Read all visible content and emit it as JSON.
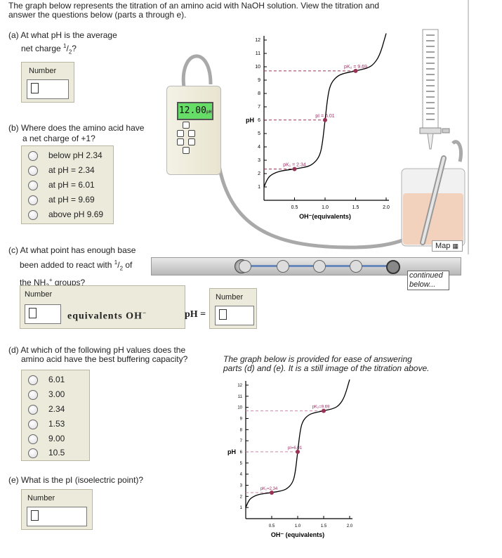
{
  "intro": {
    "line1": "The graph below represents the titration of an amino acid with NaOH solution. View the titration and",
    "line2": "answer the questions below (parts a through e)."
  },
  "qa": {
    "line1": "(a) At what pH is the average",
    "line2_pre": "net charge ",
    "frac_num": "1",
    "frac_den": "2",
    "line2_post": "?",
    "number_label": "Number"
  },
  "qb": {
    "line1": "(b) Where does the amino acid have",
    "line2": "a net charge of +1?",
    "options": [
      "below pH 2.34",
      "at pH = 2.34",
      "at pH = 6.01",
      "at pH = 9.69",
      "above pH 9.69"
    ]
  },
  "qc": {
    "line1": "(c) At what point has enough base",
    "line2_pre": "been added to react with ",
    "frac_num": "1",
    "frac_den": "2",
    "line2_post": " of",
    "line3_pre": "the NH",
    "line3_sub": "3",
    "line3_sup": "+",
    "line3_post": " groups?",
    "number_label": "Number",
    "unit": "equivalents OH",
    "unit_sup": "−",
    "ph_label": "pH =",
    "number_label2": "Number"
  },
  "qd": {
    "line1": "(d) At which of the following pH values does the",
    "line2": "amino acid have the best buffering capacity?",
    "options": [
      "6.01",
      "3.00",
      "2.34",
      "1.53",
      "9.00",
      "10.5"
    ]
  },
  "qe": {
    "line1": "(e) What is the pI (isoelectric point)?",
    "number_label": "Number"
  },
  "sim": {
    "lcd": "12.00",
    "lcd_unit": "pH",
    "map_label": "Map",
    "continued1": "continued",
    "continued2": "below...",
    "slider_steps": 6
  },
  "caption": {
    "line1": "The graph below is provided for ease of answering",
    "line2": "parts (d) and (e). It is a still image of the titration above."
  },
  "chart_data": [
    {
      "type": "line",
      "ylabel": "pH",
      "xlabel": "OH⁻(equivalents)",
      "ylim": [
        0,
        12
      ],
      "xlim": [
        0,
        2.0
      ],
      "yticks": [
        "1",
        "2",
        "3",
        "4",
        "5",
        "6",
        "7",
        "8",
        "9",
        "10",
        "11",
        "12"
      ],
      "xticks": [
        "0.5",
        "1.0",
        "1.5",
        "2.0"
      ],
      "annotations": [
        {
          "label": "pK₁ = 2.34",
          "x": 0.5,
          "y": 2.34
        },
        {
          "label": "pI = 6.01",
          "x": 1.0,
          "y": 6.01
        },
        {
          "label": "pK₂ = 9.69",
          "x": 1.5,
          "y": 9.69
        }
      ],
      "curve": [
        [
          0,
          1.0
        ],
        [
          0.05,
          1.55
        ],
        [
          0.1,
          1.85
        ],
        [
          0.2,
          2.1
        ],
        [
          0.3,
          2.22
        ],
        [
          0.5,
          2.34
        ],
        [
          0.7,
          2.5
        ],
        [
          0.8,
          2.7
        ],
        [
          0.9,
          3.2
        ],
        [
          0.95,
          4.0
        ],
        [
          1.0,
          6.01
        ],
        [
          1.05,
          8.0
        ],
        [
          1.1,
          8.8
        ],
        [
          1.2,
          9.3
        ],
        [
          1.3,
          9.5
        ],
        [
          1.5,
          9.69
        ],
        [
          1.7,
          9.9
        ],
        [
          1.8,
          10.2
        ],
        [
          1.9,
          10.9
        ],
        [
          2.0,
          12.5
        ]
      ]
    },
    {
      "type": "line",
      "ylabel": "pH",
      "xlabel": "OH⁻ (equivalents)",
      "ylim": [
        0,
        12
      ],
      "xlim": [
        0,
        2.0
      ],
      "yticks": [
        "1",
        "2",
        "3",
        "4",
        "5",
        "6",
        "7",
        "8",
        "9",
        "10",
        "11",
        "12"
      ],
      "xticks": [
        "0.5",
        "1.0",
        "1.5",
        "2.0"
      ],
      "annotations": [
        {
          "label": "pK₁=2.34",
          "x": 0.5,
          "y": 2.34
        },
        {
          "label": "pI=6.01",
          "x": 1.0,
          "y": 6.01
        },
        {
          "label": "pK₂=9.69",
          "x": 1.5,
          "y": 9.69
        }
      ],
      "curve": [
        [
          0,
          1.0
        ],
        [
          0.05,
          1.55
        ],
        [
          0.1,
          1.85
        ],
        [
          0.2,
          2.1
        ],
        [
          0.3,
          2.22
        ],
        [
          0.5,
          2.34
        ],
        [
          0.7,
          2.5
        ],
        [
          0.8,
          2.7
        ],
        [
          0.9,
          3.2
        ],
        [
          0.95,
          4.0
        ],
        [
          1.0,
          6.01
        ],
        [
          1.05,
          8.0
        ],
        [
          1.1,
          8.8
        ],
        [
          1.2,
          9.3
        ],
        [
          1.3,
          9.5
        ],
        [
          1.5,
          9.69
        ],
        [
          1.7,
          9.9
        ],
        [
          1.8,
          10.2
        ],
        [
          1.9,
          10.9
        ],
        [
          2.0,
          12.5
        ]
      ]
    }
  ]
}
